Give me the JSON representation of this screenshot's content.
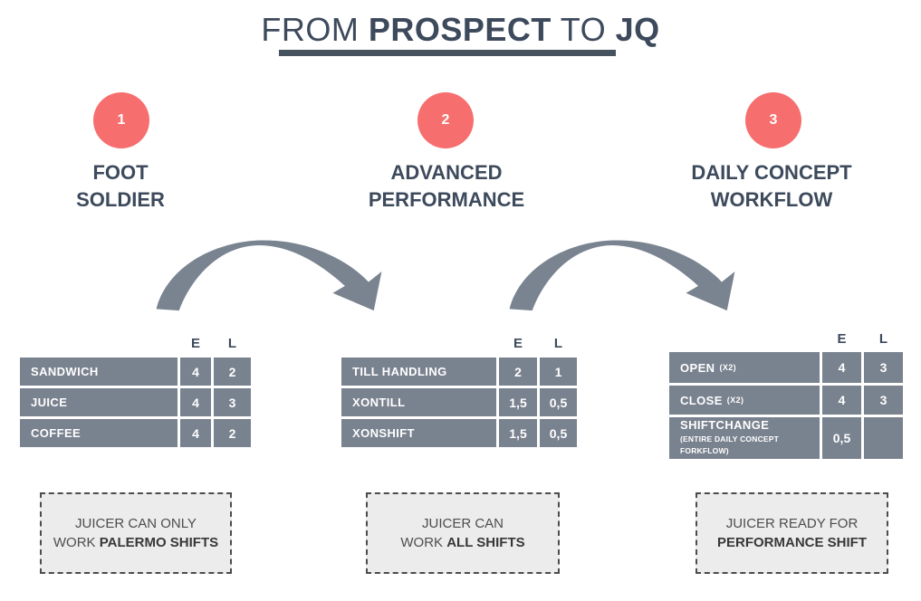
{
  "title": {
    "part1": "FROM",
    "part2": "PROSPECT",
    "part3": "TO",
    "part4": "JQ"
  },
  "stages": [
    {
      "number": "1",
      "heading": {
        "line1": "FOOT",
        "line2": "SOLDIER"
      },
      "table": {
        "header": {
          "e": "E",
          "l": "L"
        },
        "rows": [
          {
            "label": "SANDWICH",
            "e": "4",
            "l": "2"
          },
          {
            "label": "JUICE",
            "e": "4",
            "l": "3"
          },
          {
            "label": "COFFEE",
            "e": "4",
            "l": "2"
          }
        ]
      },
      "note": {
        "line1": "JUICER CAN ONLY",
        "line2_normal": "WORK",
        "line2_bold": "PALERMO SHIFTS"
      }
    },
    {
      "number": "2",
      "heading": {
        "line1": "ADVANCED",
        "line2": "PERFORMANCE"
      },
      "table": {
        "header": {
          "e": "E",
          "l": "L"
        },
        "rows": [
          {
            "label": "TILL HANDLING",
            "e": "2",
            "l": "1"
          },
          {
            "label": "XONTILL",
            "e": "1,5",
            "l": "0,5"
          },
          {
            "label": "XONSHIFT",
            "e": "1,5",
            "l": "0,5"
          }
        ]
      },
      "note": {
        "line1": "JUICER CAN",
        "line2_normal": "WORK",
        "line2_bold": "ALL SHIFTS"
      }
    },
    {
      "number": "3",
      "heading": {
        "line1": "DAILY CONCEPT",
        "line2": "WORKFLOW"
      },
      "table": {
        "header": {
          "e": "E",
          "l": "L"
        },
        "rows": [
          {
            "label": "OPEN",
            "suffix": "(X2)",
            "e": "4",
            "l": "3"
          },
          {
            "label": "CLOSE",
            "suffix": "(X2)",
            "e": "4",
            "l": "3"
          },
          {
            "label": "SHIFTCHANGE",
            "sub": "(ENTIRE DAILY CONCEPT FORKFLOW)",
            "e": "0,5",
            "l": ""
          }
        ]
      },
      "note": {
        "line1": "JUICER READY FOR",
        "line2_normal": "",
        "line2_bold": "PERFORMANCE SHIFT"
      }
    }
  ],
  "colors": {
    "accent_red": "#f76e6e",
    "slate_dark": "#3d4a5c",
    "table_row_bg": "#79828f",
    "arrow_gray": "#7a8491",
    "note_bg": "#ececec",
    "note_border": "#4c4c4c"
  }
}
